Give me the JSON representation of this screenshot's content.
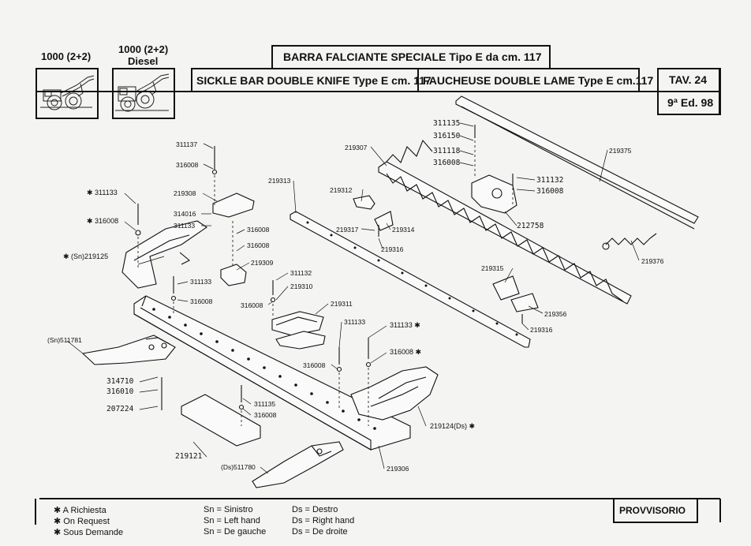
{
  "header": {
    "model_1": "1000 (2+2)",
    "model_2_line1": "1000 (2+2)",
    "model_2_line2": "Diesel",
    "title_it": "BARRA FALCIANTE SPECIALE Tipo E da cm. 117",
    "title_en": "SICKLE BAR DOUBLE KNIFE Type E cm. 117",
    "title_fr": "FAUCHEUSE DOUBLE LAME Type E cm.117",
    "table": "TAV. 24",
    "edition": "9ª Ed. 98"
  },
  "parts": {
    "p311137": "311137",
    "p316008a": "316008",
    "p219308": "219308",
    "p314016": "314016",
    "p311133a": "311133",
    "p316008b": "316008",
    "p316008c": "316008",
    "p219309": "219309",
    "p311133_star": "✱ 311133",
    "p316008_star": "✱ 316008",
    "p219125": "✱ (Sn)219125",
    "p311133b": "311133",
    "p316008d": "316008",
    "p511781": "(Sn)511781",
    "p311132": "311132",
    "p219310": "219310",
    "p316008e": "316008",
    "p219311": "219311",
    "p311133c": "311133",
    "p311133_r": "311133 ✱",
    "p316008_r": "316008 ✱",
    "p316008f": "316008",
    "p311135": "311135",
    "p316008g": "316008",
    "p219124": "219124(Ds) ✱",
    "p511780": "(Ds)511780",
    "p219306": "219306",
    "p314710": "314710",
    "p316010": "316010",
    "p207224": "207224",
    "p219121": "219121",
    "p219313": "219313",
    "p219312": "219312",
    "p219317": "219317",
    "p219314": "219314",
    "p219316a": "219316",
    "p219315": "219315",
    "p219356": "219356",
    "p219316b": "219316",
    "p219307": "219307",
    "p311135h": "311135",
    "p316150h": "316150",
    "p311118h": "311118",
    "p316008h": "316008",
    "p311132h": "311132",
    "p316008i": "316008",
    "p212758": "212758",
    "p219375": "219375",
    "p219376": "219376"
  },
  "legend": {
    "star_it": "A Richiesta",
    "star_en": "On Request",
    "star_fr": "Sous Demande",
    "sn_it": "Sn = Sinistro",
    "sn_en": "Sn = Left hand",
    "sn_fr": "Sn = De gauche",
    "ds_it": "Ds = Destro",
    "ds_en": "Ds = Right hand",
    "ds_fr": "Ds = De droite",
    "status": "PROVVISORIO"
  }
}
